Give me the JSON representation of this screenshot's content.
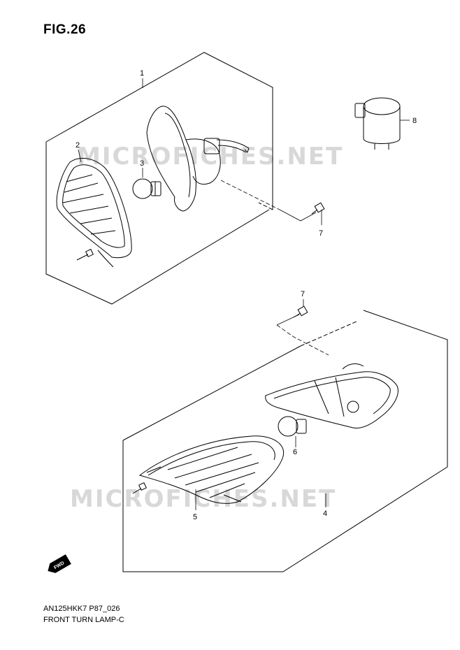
{
  "figure": {
    "title": "FIG.26",
    "code": "AN125HKK7 P87_026",
    "name": "FRONT TURN LAMP-C"
  },
  "watermark": {
    "text": "MICROFICHES.NET"
  },
  "direction_badge": {
    "label": "FWD"
  },
  "callouts": {
    "c1": "1",
    "c2": "2",
    "c3": "3",
    "c4": "4",
    "c5": "5",
    "c6": "6",
    "c7a": "7",
    "c7b": "7",
    "c8": "8"
  },
  "colors": {
    "line": "#000000",
    "watermark": "#d8d8d8"
  }
}
